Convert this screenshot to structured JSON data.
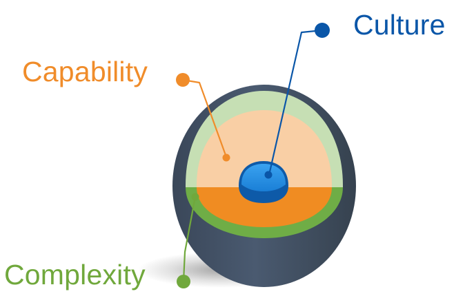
{
  "labels": {
    "culture": "Culture",
    "capability": "Capability",
    "complexity": "Complexity"
  },
  "colors": {
    "culture": "#0a56a8",
    "capability": "#f08c2a",
    "complexity": "#70a83c",
    "outer_shell": "#44546a",
    "green_layer": "#6fad46",
    "green_cut_face": "#c6dfb4",
    "orange_layer": "#f08c22",
    "orange_cut_face": "#f9cfa5",
    "core": "#1f8fe6",
    "core_dark": "#0e5aa8"
  },
  "icons": [
    "culture-marker-dot",
    "capability-marker-dot",
    "complexity-marker-dot"
  ]
}
